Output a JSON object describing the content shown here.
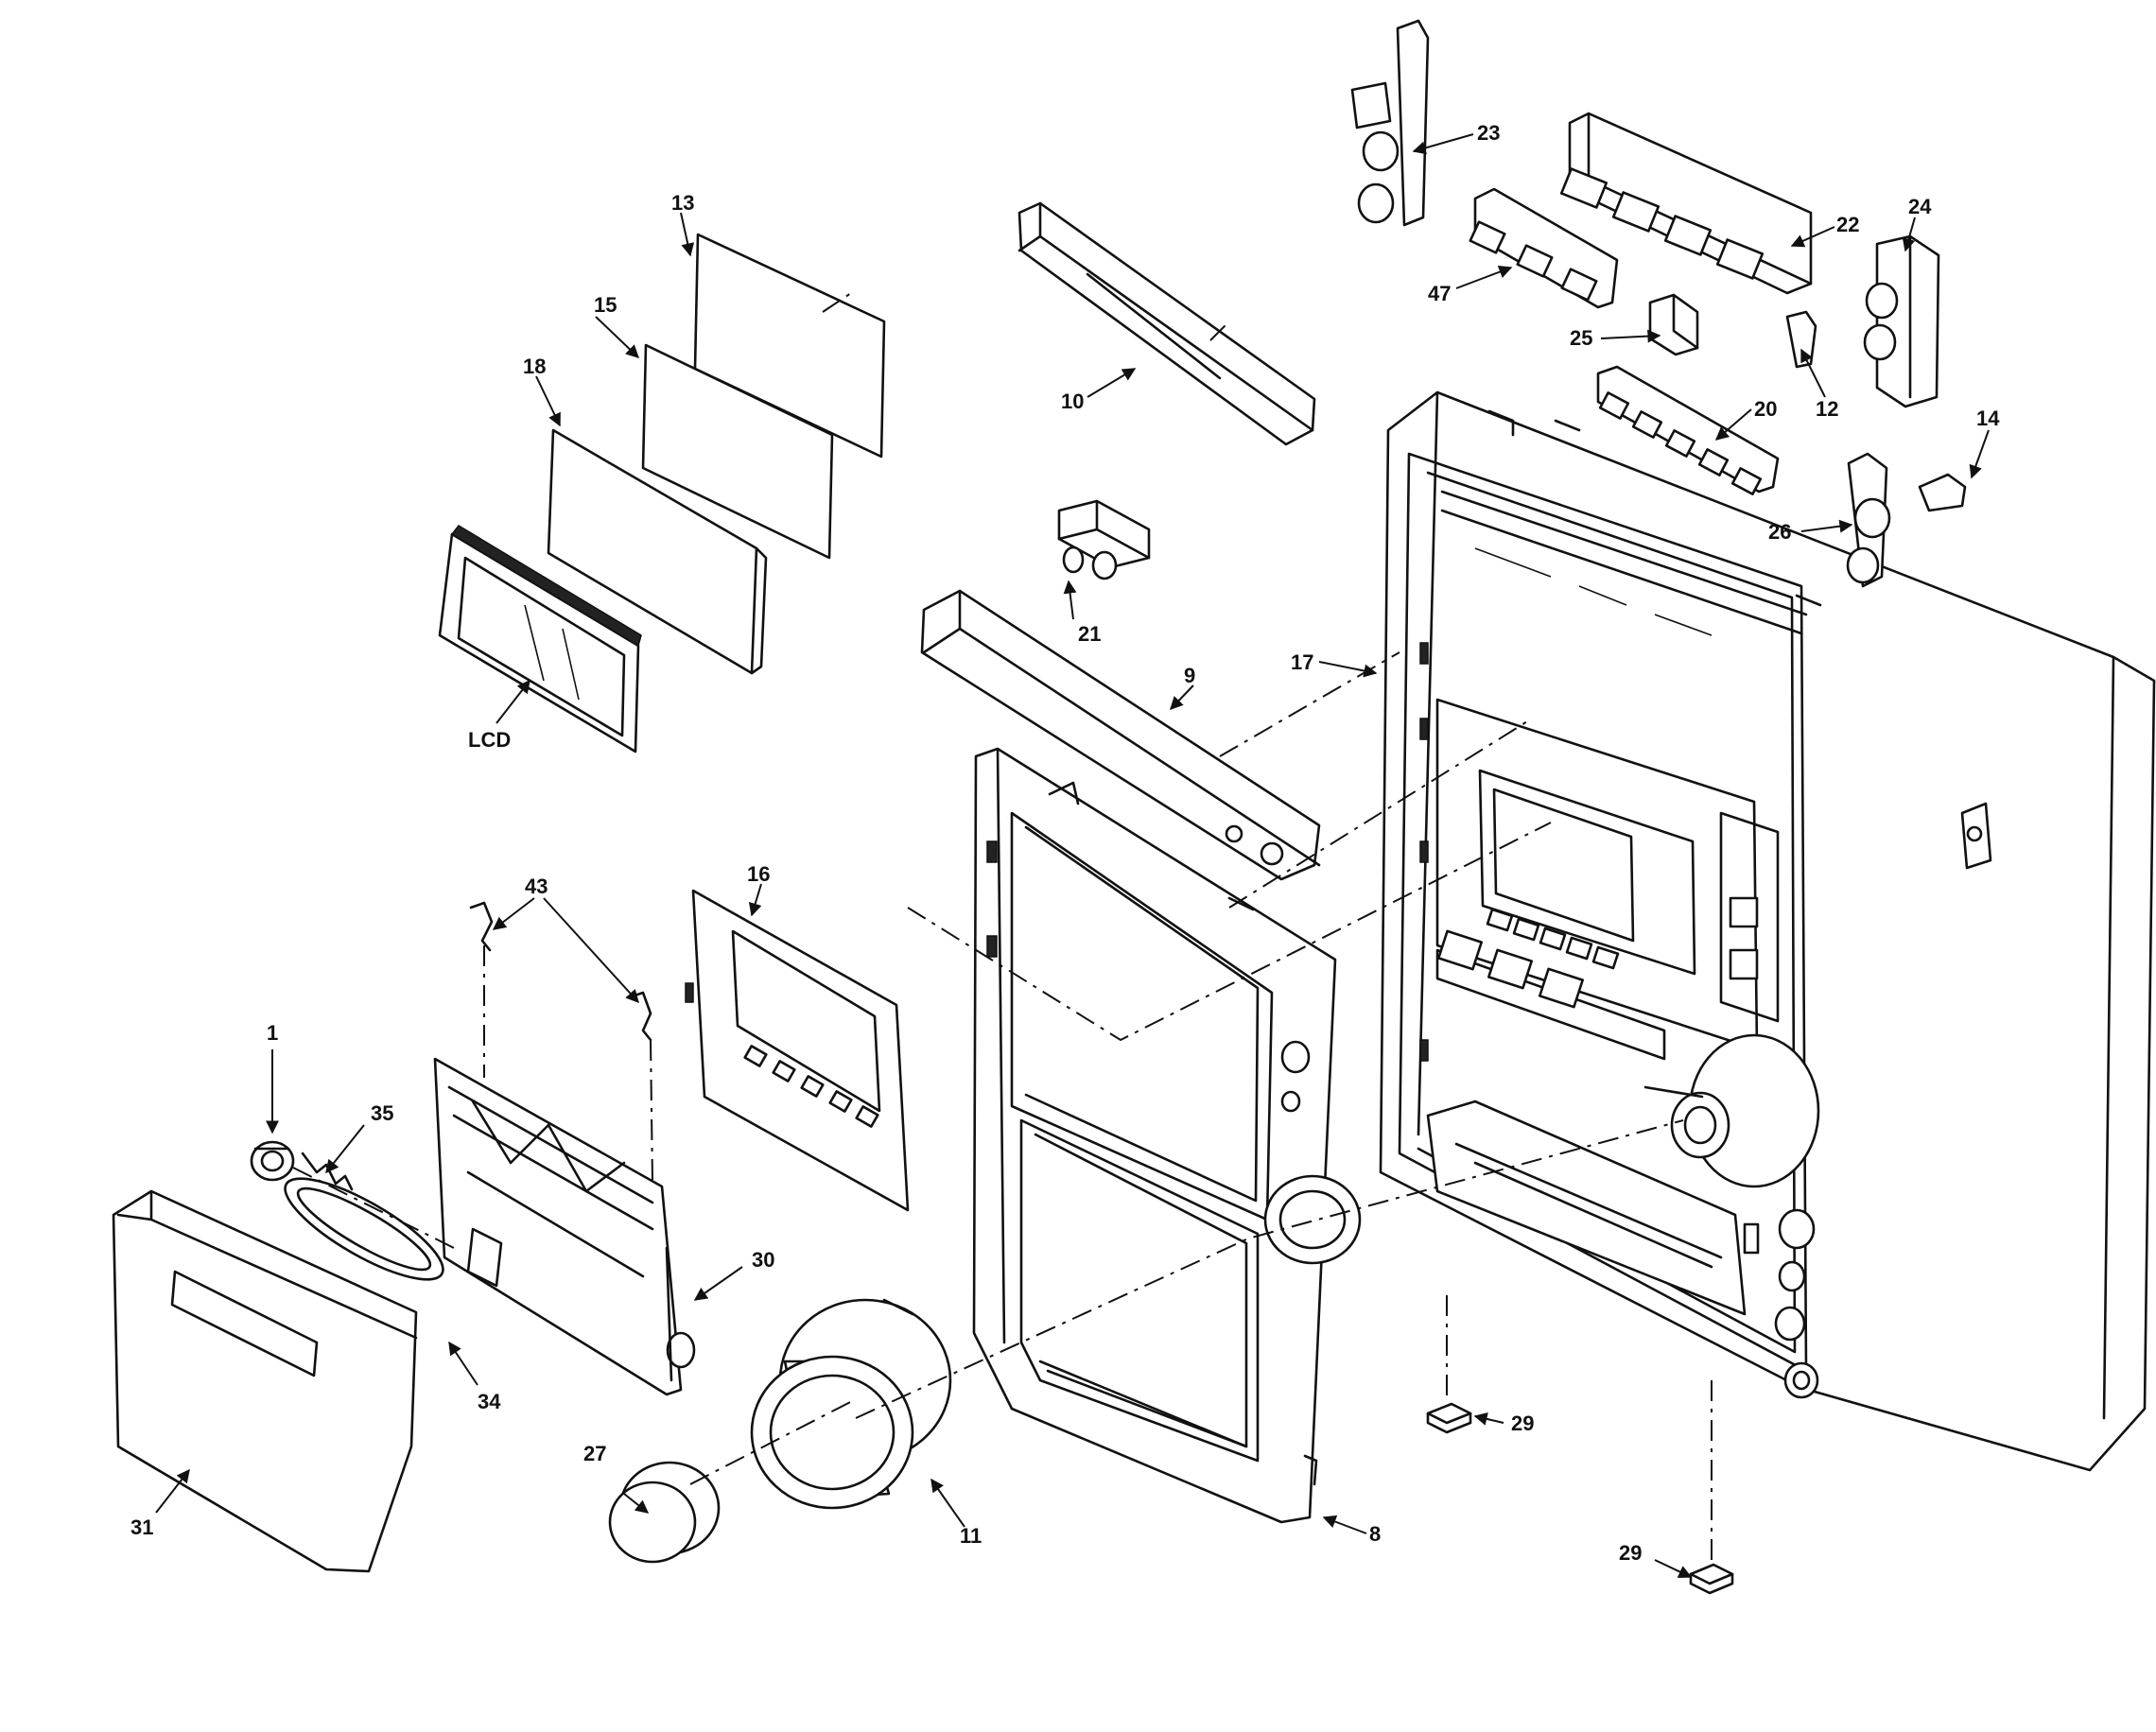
{
  "callouts": {
    "c1": "1",
    "c8": "8",
    "c9": "9",
    "c10": "10",
    "c11": "11",
    "c12": "12",
    "c13": "13",
    "c14": "14",
    "c15": "15",
    "c16": "16",
    "c17": "17",
    "c18": "18",
    "c20": "20",
    "c21": "21",
    "c22": "22",
    "c23": "23",
    "c24": "24",
    "c25": "25",
    "c26": "26",
    "c27": "27",
    "c29a": "29",
    "c29b": "29",
    "c30": "30",
    "c31": "31",
    "c34": "34",
    "c35": "35",
    "c43": "43",
    "c47": "47",
    "lcd": "LCD"
  }
}
